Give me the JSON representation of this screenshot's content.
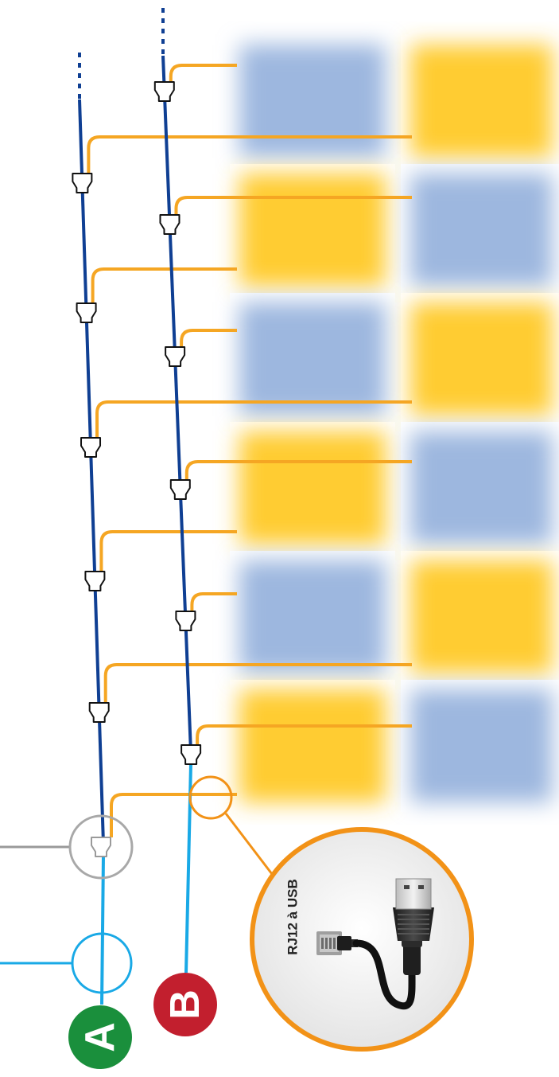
{
  "diagram": {
    "zoom_label": "RJ12 à USB",
    "bus_a_label": "A",
    "bus_b_label": "B",
    "colors": {
      "trunk": "#0f3f93",
      "trunk_light": "#19a9e6",
      "drop_cable": "#f5a623",
      "panel_blue": "#9db7df",
      "panel_yellow": "#ffcc33",
      "badge_a": "#1a8f3c",
      "badge_b": "#c21f2e",
      "callout_ring": "#f29217",
      "gray_callout": "#9a9a9a"
    },
    "panels": {
      "rows": 6,
      "columns": 2,
      "pattern": [
        [
          "blue",
          "yellow"
        ],
        [
          "yellow",
          "blue"
        ],
        [
          "blue",
          "yellow"
        ],
        [
          "yellow",
          "blue"
        ],
        [
          "blue",
          "yellow"
        ],
        [
          "yellow",
          "blue"
        ]
      ]
    },
    "icons": [
      "tee-connector-icon",
      "rj12-jack-icon",
      "usb-plug-icon"
    ]
  }
}
